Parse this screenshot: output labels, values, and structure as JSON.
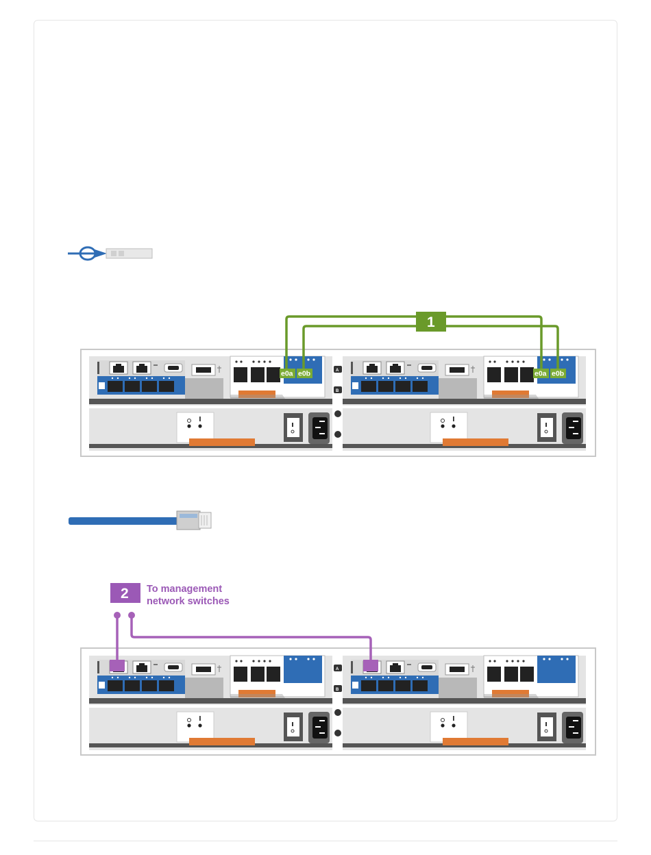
{
  "step1": {
    "number": "1",
    "port_a": "e0a",
    "port_b": "e0b"
  },
  "step2": {
    "number": "2",
    "label_line1": "To management",
    "label_line2": "network switches"
  },
  "colors": {
    "fiber_cable": "#2f6db5",
    "green_cable": "#6a9a2a",
    "green_badge": "#6a9a2a",
    "purple_cable": "#a661b8",
    "purple_badge": "#9b59b6",
    "port_blue": "#2f6db5",
    "port_green": "#7bab34",
    "orange_latch": "#e07a34"
  },
  "icons": {
    "fiber_cable": "sfp-fiber-cable-icon",
    "ethernet_cable": "rj45-ethernet-cable-icon"
  }
}
